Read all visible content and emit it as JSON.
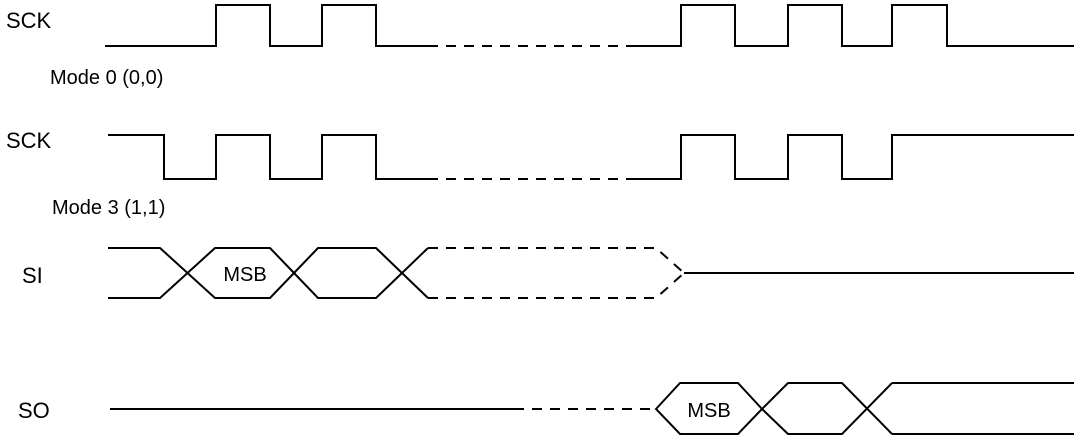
{
  "signals": {
    "sck_mode0": {
      "label": "SCK",
      "mode": "Mode 0 (0,0)"
    },
    "sck_mode3": {
      "label": "SCK",
      "mode": "Mode 3 (1,1)"
    },
    "si": {
      "label": "SI",
      "first_bit": "MSB"
    },
    "so": {
      "label": "SO",
      "first_bit": "MSB"
    }
  },
  "colors": {
    "line": "#000000",
    "background": "#ffffff"
  }
}
